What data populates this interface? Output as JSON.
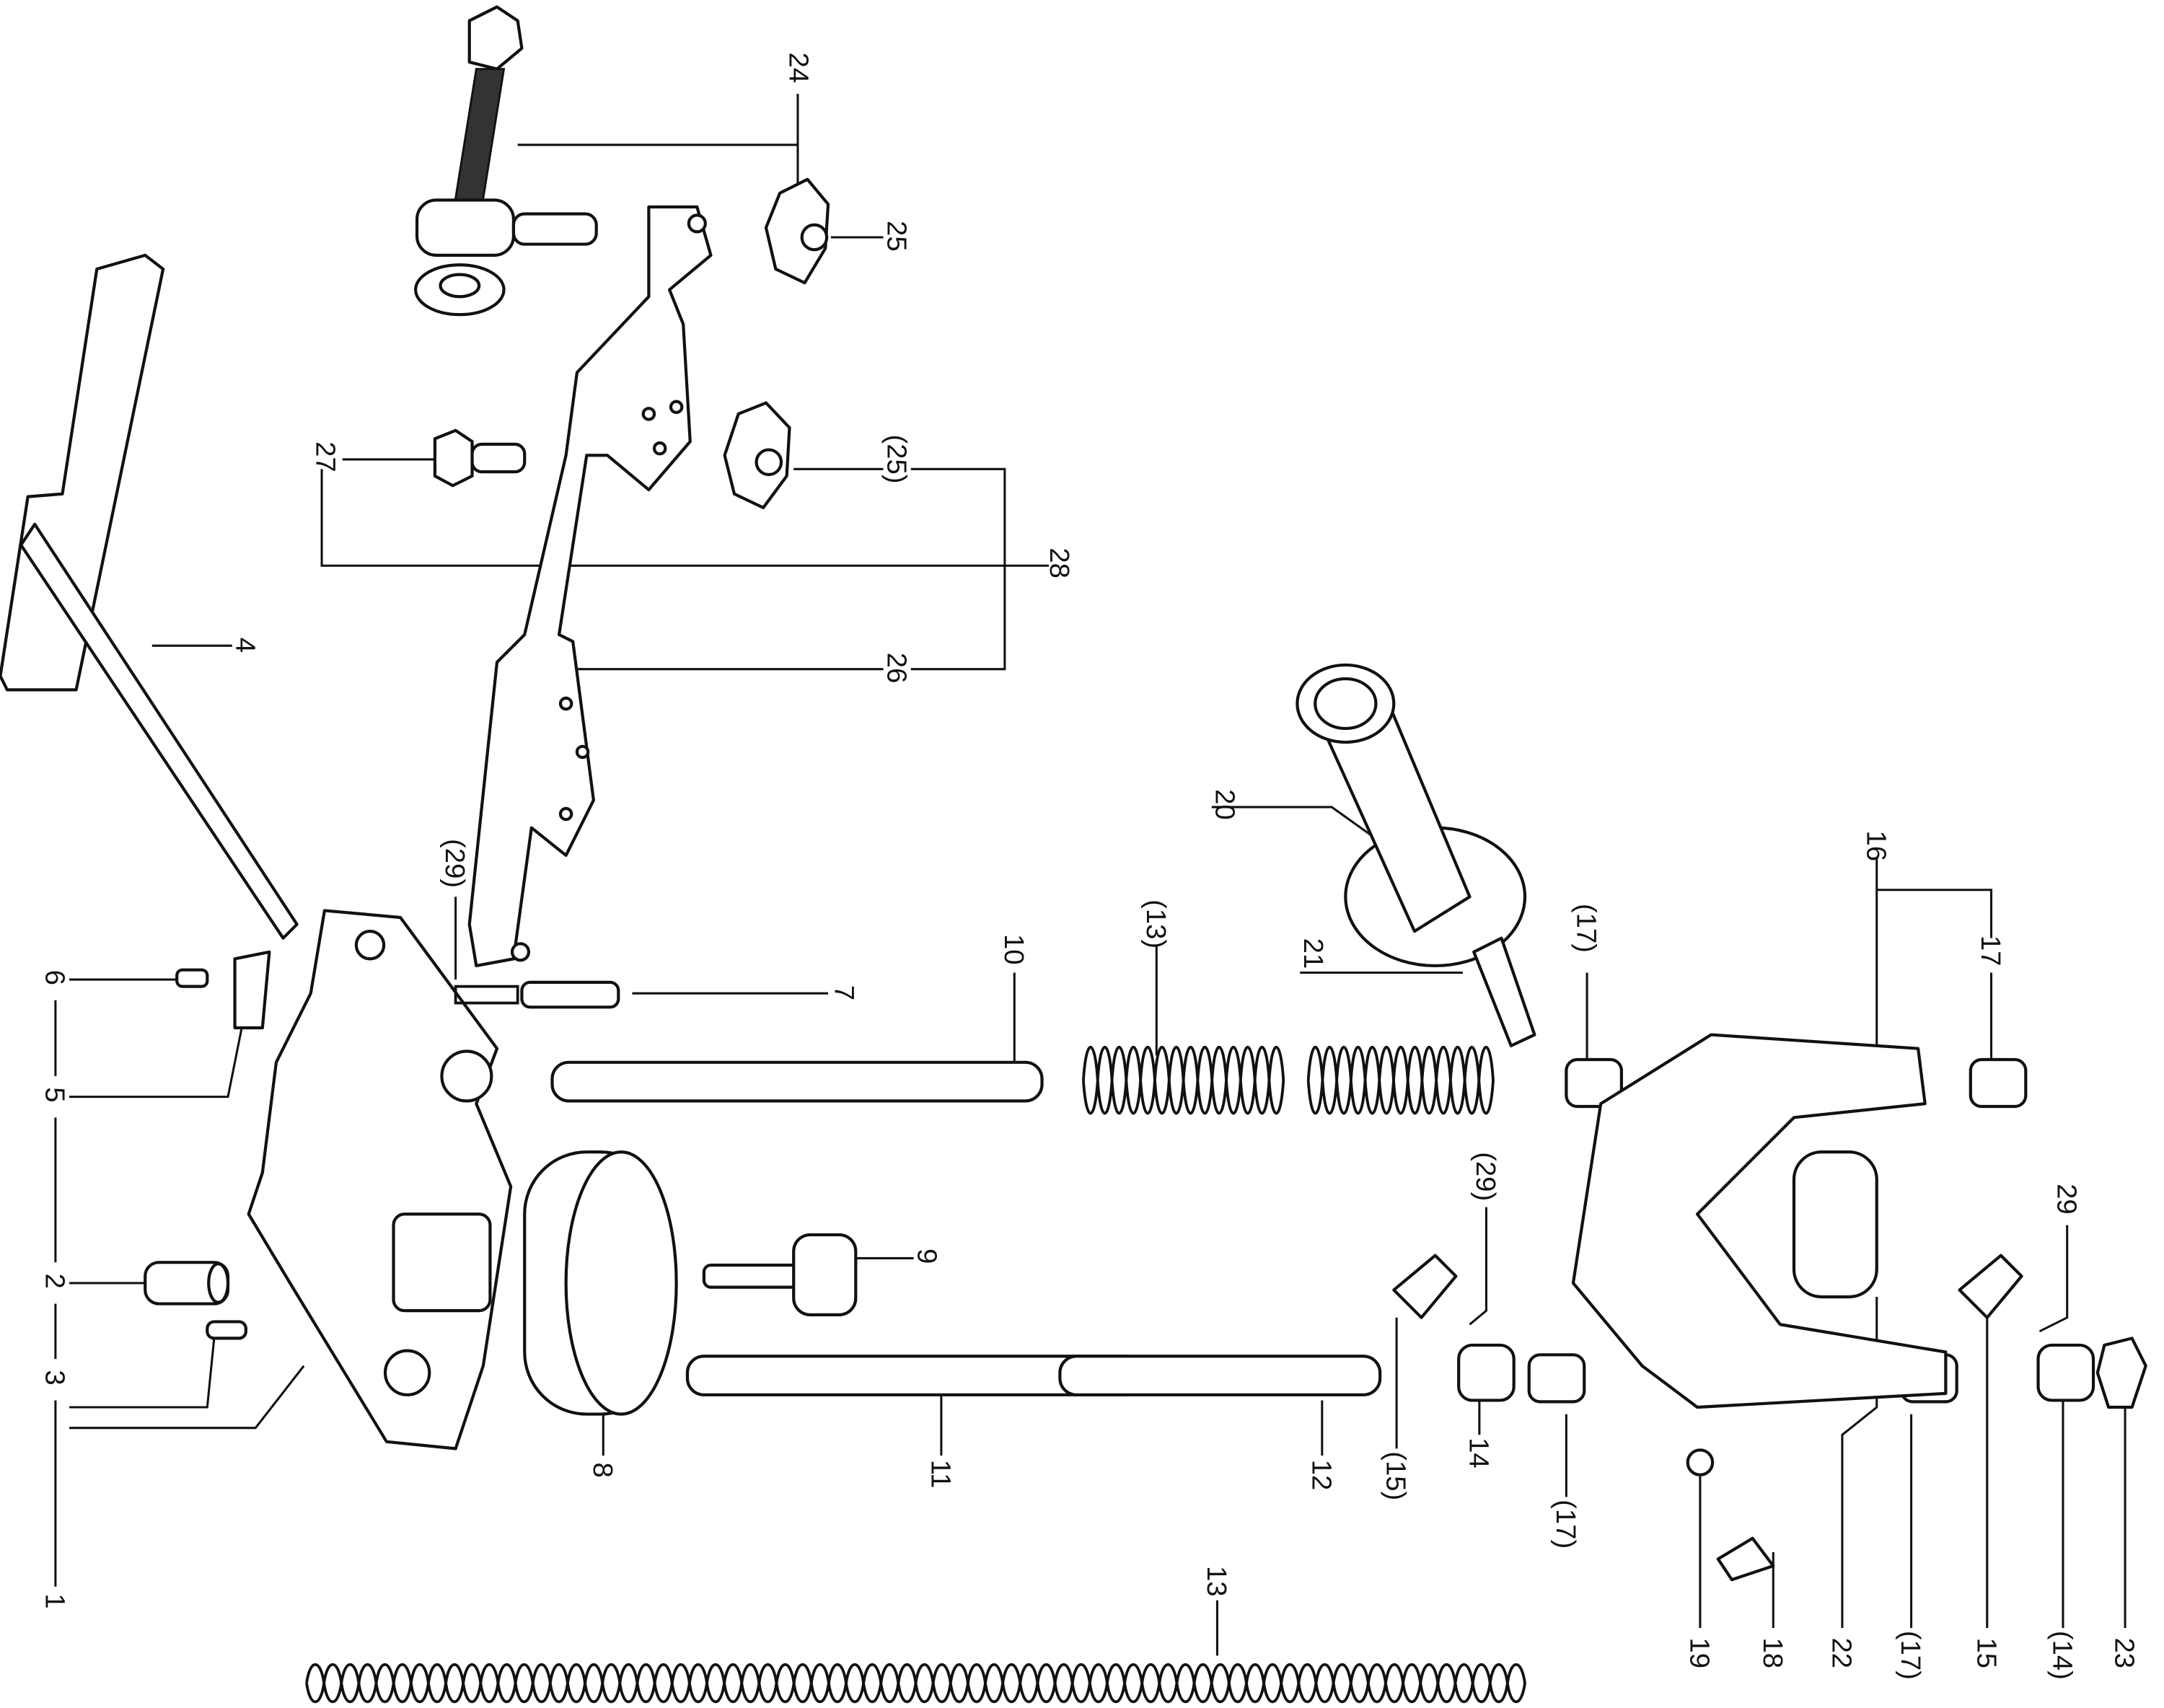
{
  "title": "Exploded parts diagram",
  "callouts": {
    "c1": "1",
    "c2": "2",
    "c3": "3",
    "c4": "4",
    "c5": "5",
    "c6": "6",
    "c7": "7",
    "c8": "8",
    "c9": "9",
    "c10": "10",
    "c11": "11",
    "c12": "12",
    "c13": "13",
    "c13b": "(13)",
    "c14": "14",
    "c14b": "(14)",
    "c15": "15",
    "c15b": "(15)",
    "c16": "16",
    "c17": "17",
    "c17a": "(17)",
    "c17b": "(17)",
    "c17c": "(17)",
    "c18": "18",
    "c19": "19",
    "c20": "20",
    "c21": "21",
    "c22": "22",
    "c23": "23",
    "c24": "24",
    "c25": "25",
    "c25b": "(25)",
    "c26": "26",
    "c27": "27",
    "c28": "28",
    "c29": "29",
    "c29a": "(29)",
    "c29b": "(29)"
  }
}
